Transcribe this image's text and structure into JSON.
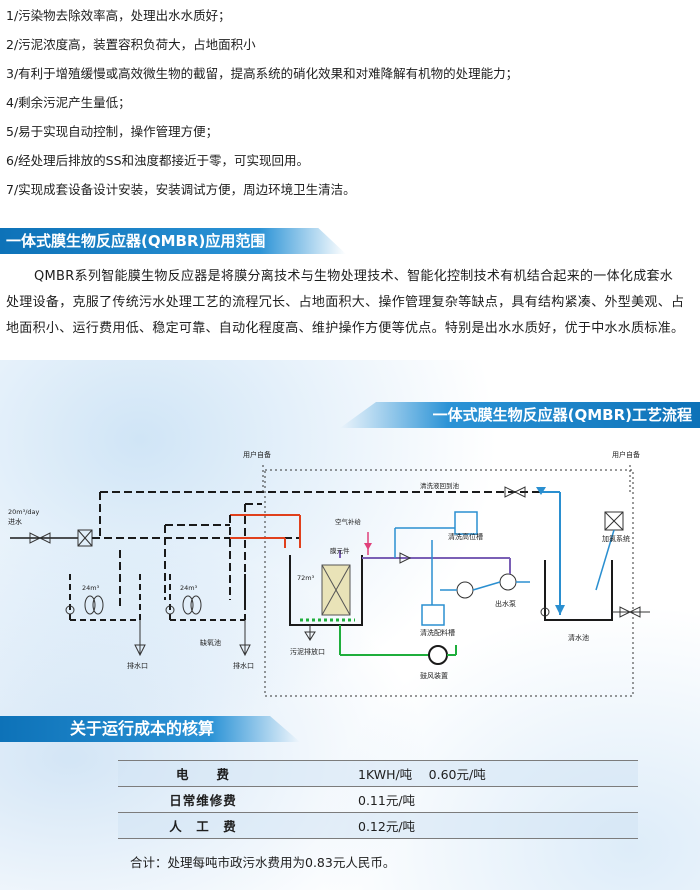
{
  "features": [
    "1/污染物去除效率高，处理出水水质好；",
    "2/污泥浓度高，装置容积负荷大，占地面积小",
    "3/有利于增殖缓慢或高效微生物的截留，提高系统的硝化效果和对难降解有机物的处理能力；",
    "4/剩余污泥产生量低；",
    "5/易于实现自动控制，操作管理方便；",
    "6/经处理后排放的SS和浊度都接近于零，可实现回用。",
    " 7/实现成套设备设计安装，安装调试方便，周边环境卫生清洁。"
  ],
  "application": {
    "title": "一体式膜生物反应器(QMBR)应用范围",
    "text": "QMBR系列智能膜生物反应器是将膜分离技术与生物处理技术、智能化控制技术有机结合起来的一体化成套水处理设备，克服了传统污水处理工艺的流程冗长、占地面积大、操作管理复杂等缺点，具有结构紧凑、外型美观、占地面积小、运行费用低、稳定可靠、自动化程度高、维护操作方便等优点。特别是出水水质好，优于中水水质标准。"
  },
  "process": {
    "title": "一体式膜生物反应器(QMBR)工艺流程",
    "labels": {
      "user_self_left": "用户自备",
      "user_self_right": "用户自备",
      "inflow_1": "20m³/day",
      "inflow_2": "进水",
      "cleaning_return": "清洗液回到池",
      "air_intake": "空气补给",
      "membrane_module": "膜元件",
      "tank_1": "24m³",
      "tank_2": "24m³",
      "tank_3": "72m³",
      "anoxic_tank": "缺氧池",
      "drain_1": "排水口",
      "drain_2": "排水口",
      "sludge_outlet": "污泥排放口",
      "clean_high_tank": "清洗高位槽",
      "clean_mix_tank": "清洗配料槽",
      "outlet_pump": "出水泵",
      "clear_pool": "清水池",
      "chlorine_system": "加氯系统",
      "blower_room": "鼓风装置"
    }
  },
  "cost": {
    "title": "关于运行成本的核算",
    "rows": [
      {
        "item": "电　　费",
        "value": "1KWH/吨　  0.60元/吨"
      },
      {
        "item": "日常维修费",
        "value": "0.11元/吨"
      },
      {
        "item": "人　工　费",
        "value": "0.12元/吨"
      }
    ],
    "total": "合计：处理每吨市政污水费用为0.83元人民币。"
  },
  "colors": {
    "banner": "#1382c8",
    "pipe_black": "#1a1a1a",
    "pipe_red": "#e0401c",
    "pipe_green": "#1fae3c",
    "pipe_blue": "#2a8fd0",
    "pipe_purple": "#7a5fb5",
    "valve_pink": "#e0407a"
  }
}
